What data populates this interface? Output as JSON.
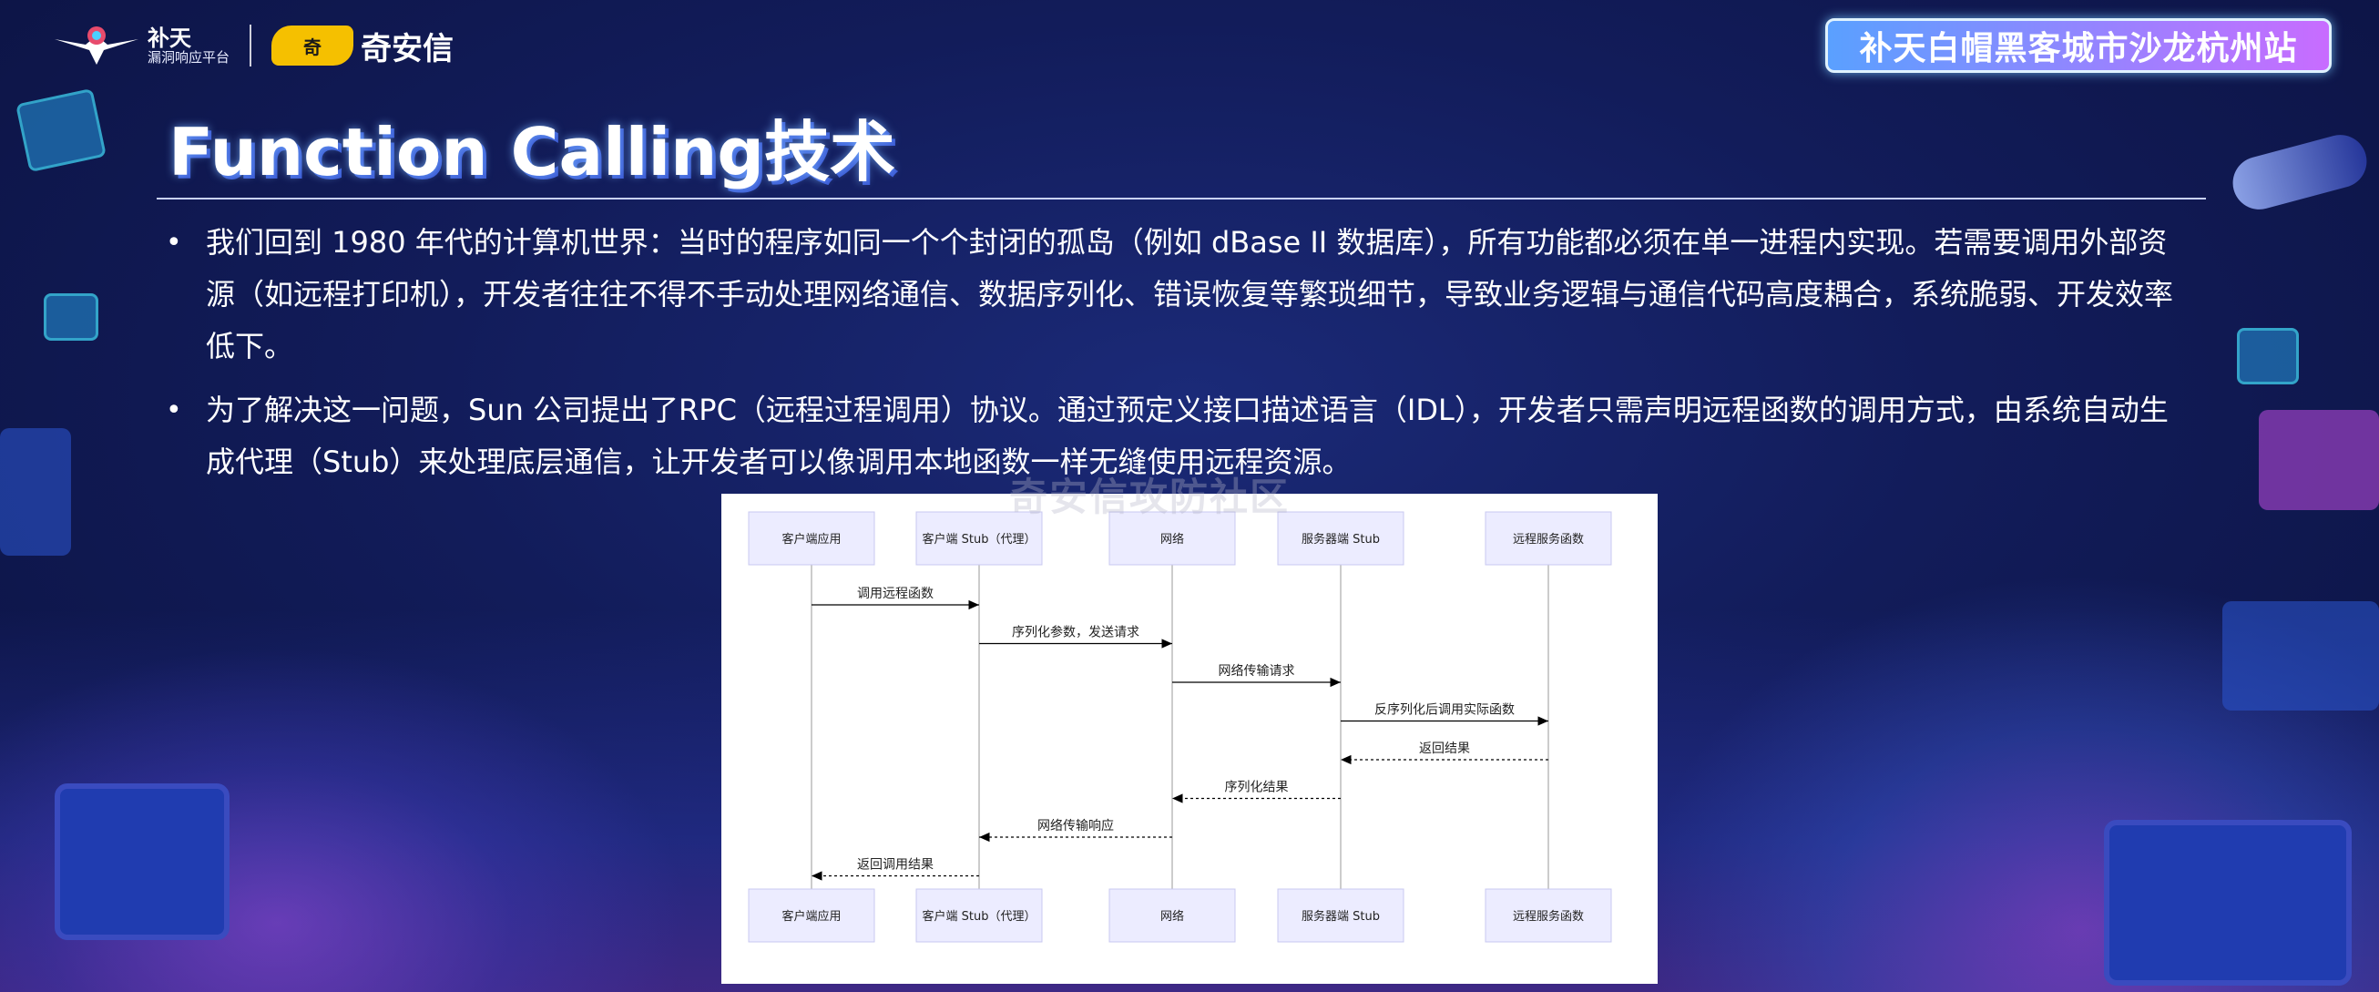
{
  "header": {
    "butian_line1": "补天",
    "butian_line2": "漏洞响应平台",
    "qax_badge": "奇",
    "qax_name": "奇安信",
    "event_banner": "补天白帽黑客城市沙龙杭州站"
  },
  "slide": {
    "title": "Function Calling技术",
    "bullets": [
      "我们回到 1980 年代的计算机世界：当时的程序如同一个个封闭的孤岛（例如 dBase II 数据库），所有功能都必须在单一进程内实现。若需要调用外部资源（如远程打印机），开发者往往不得不手动处理网络通信、数据序列化、错误恢复等繁琐细节，导致业务逻辑与通信代码高度耦合，系统脆弱、开发效率低下。",
      "为了解决这一问题，Sun 公司提出了RPC（远程过程调用）协议。通过预定义接口描述语言（IDL），开发者只需声明远程函数的调用方式，由系统自动生成代理（Stub）来处理底层通信，让开发者可以像调用本地函数一样无缝使用远程资源。"
    ]
  },
  "watermark": "奇安信攻防社区",
  "sequence": {
    "participants": [
      "客户端应用",
      "客户端 Stub（代理）",
      "网络",
      "服务器端 Stub",
      "远程服务函数"
    ],
    "messages": [
      {
        "from": 0,
        "to": 1,
        "label": "调用远程函数",
        "dashed": false
      },
      {
        "from": 1,
        "to": 2,
        "label": "序列化参数，发送请求",
        "dashed": false
      },
      {
        "from": 2,
        "to": 3,
        "label": "网络传输请求",
        "dashed": false
      },
      {
        "from": 3,
        "to": 4,
        "label": "反序列化后调用实际函数",
        "dashed": false
      },
      {
        "from": 4,
        "to": 3,
        "label": "返回结果",
        "dashed": true
      },
      {
        "from": 3,
        "to": 2,
        "label": "序列化结果",
        "dashed": true
      },
      {
        "from": 2,
        "to": 1,
        "label": "网络传输响应",
        "dashed": true
      },
      {
        "from": 1,
        "to": 0,
        "label": "返回调用结果",
        "dashed": true
      }
    ]
  },
  "colors": {
    "participant_fill": "#ececff",
    "participant_stroke": "#c8c8f0",
    "line": "#000000"
  }
}
